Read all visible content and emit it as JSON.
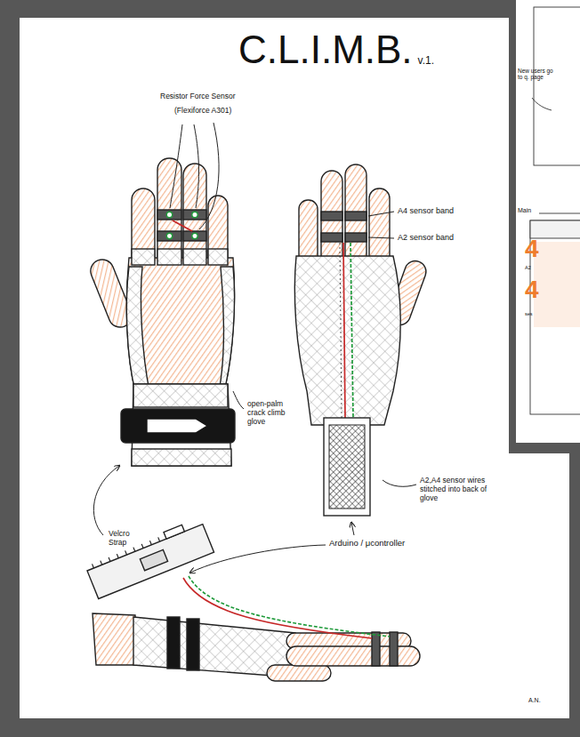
{
  "diagram": {
    "title": "C.L.I.M.B.",
    "labels": [
      "v.1.",
      "Resistor Force Sensor",
      "(Flexiforce A301)",
      "A4 sensor band",
      "A2 sensor band",
      "open-palm crack climb glove",
      "Velcro Strap",
      "A2,A4 sensor wires stitched into back of glove",
      "Arduino / μcontroller",
      "New users go to q. page",
      "Main",
      "4",
      "A2",
      "4",
      "ses",
      "A.N."
    ]
  }
}
